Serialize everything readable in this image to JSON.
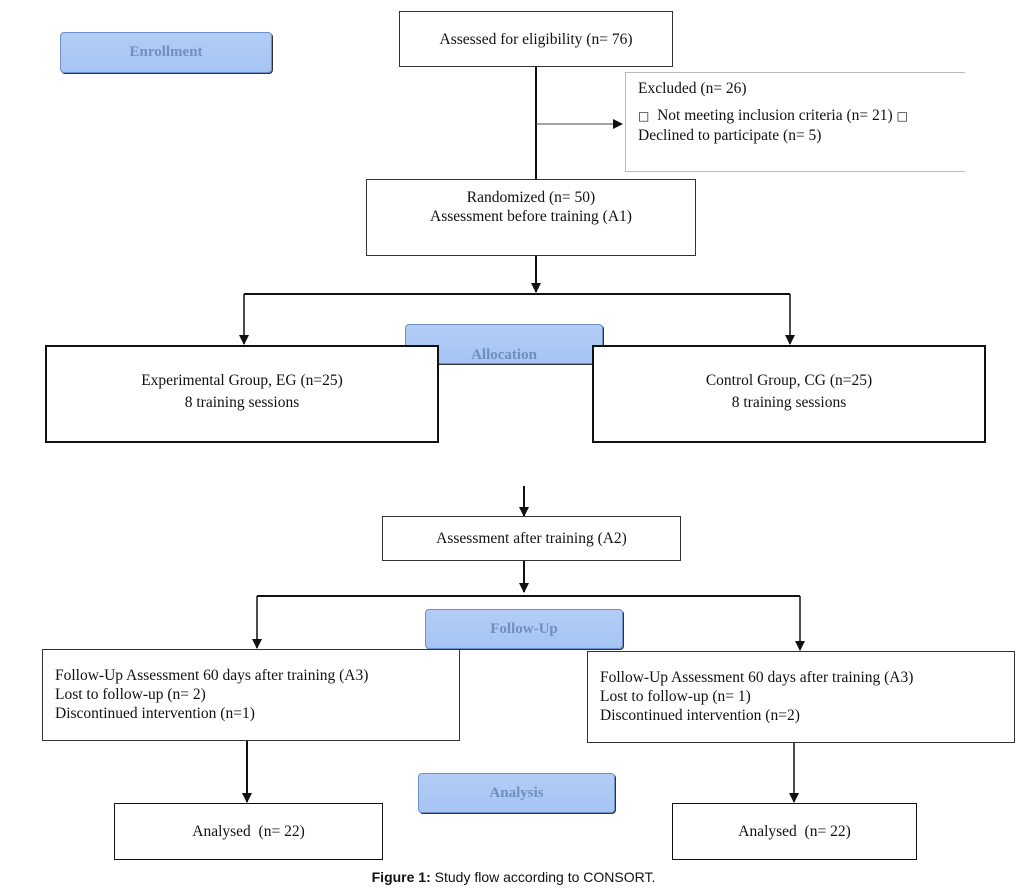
{
  "stages": {
    "enrollment": "Enrollment",
    "allocation": "Allocation",
    "follow_up": "Follow-Up",
    "analysis": "Analysis"
  },
  "eligibility": "Assessed for eligibility (n= 76)",
  "excluded": {
    "title": "Excluded (n= 26)",
    "bullet": "□",
    "item1": "Not meeting inclusion criteria (n= 21)",
    "item2": "Declined to participate (n= 5)"
  },
  "randomized": {
    "line1": "Randomized (n= 50)",
    "line2": "Assessment before training (A1)"
  },
  "experimental": {
    "line1": "Experimental Group, EG (n=25)",
    "line2": "8 training sessions"
  },
  "control": {
    "line1": "Control Group, CG (n=25)",
    "line2": "8 training sessions"
  },
  "after_training": "Assessment after training (A2)",
  "followup_left": {
    "line1": "Follow-Up Assessment 60 days after training (A3)",
    "line2": "Lost to follow-up (n= 2)",
    "line3": "Discontinued intervention (n=1)"
  },
  "followup_right": {
    "line1": "Follow-Up Assessment 60 days after training (A3)",
    "line2": "Lost to follow-up (n= 1)",
    "line3": "Discontinued intervention (n=2)"
  },
  "analysed_left": "Analysed  (n= 22)",
  "analysed_right": "Analysed  (n= 22)",
  "caption": {
    "label": "Figure 1:",
    "text": "Study flow according to CONSORT."
  }
}
